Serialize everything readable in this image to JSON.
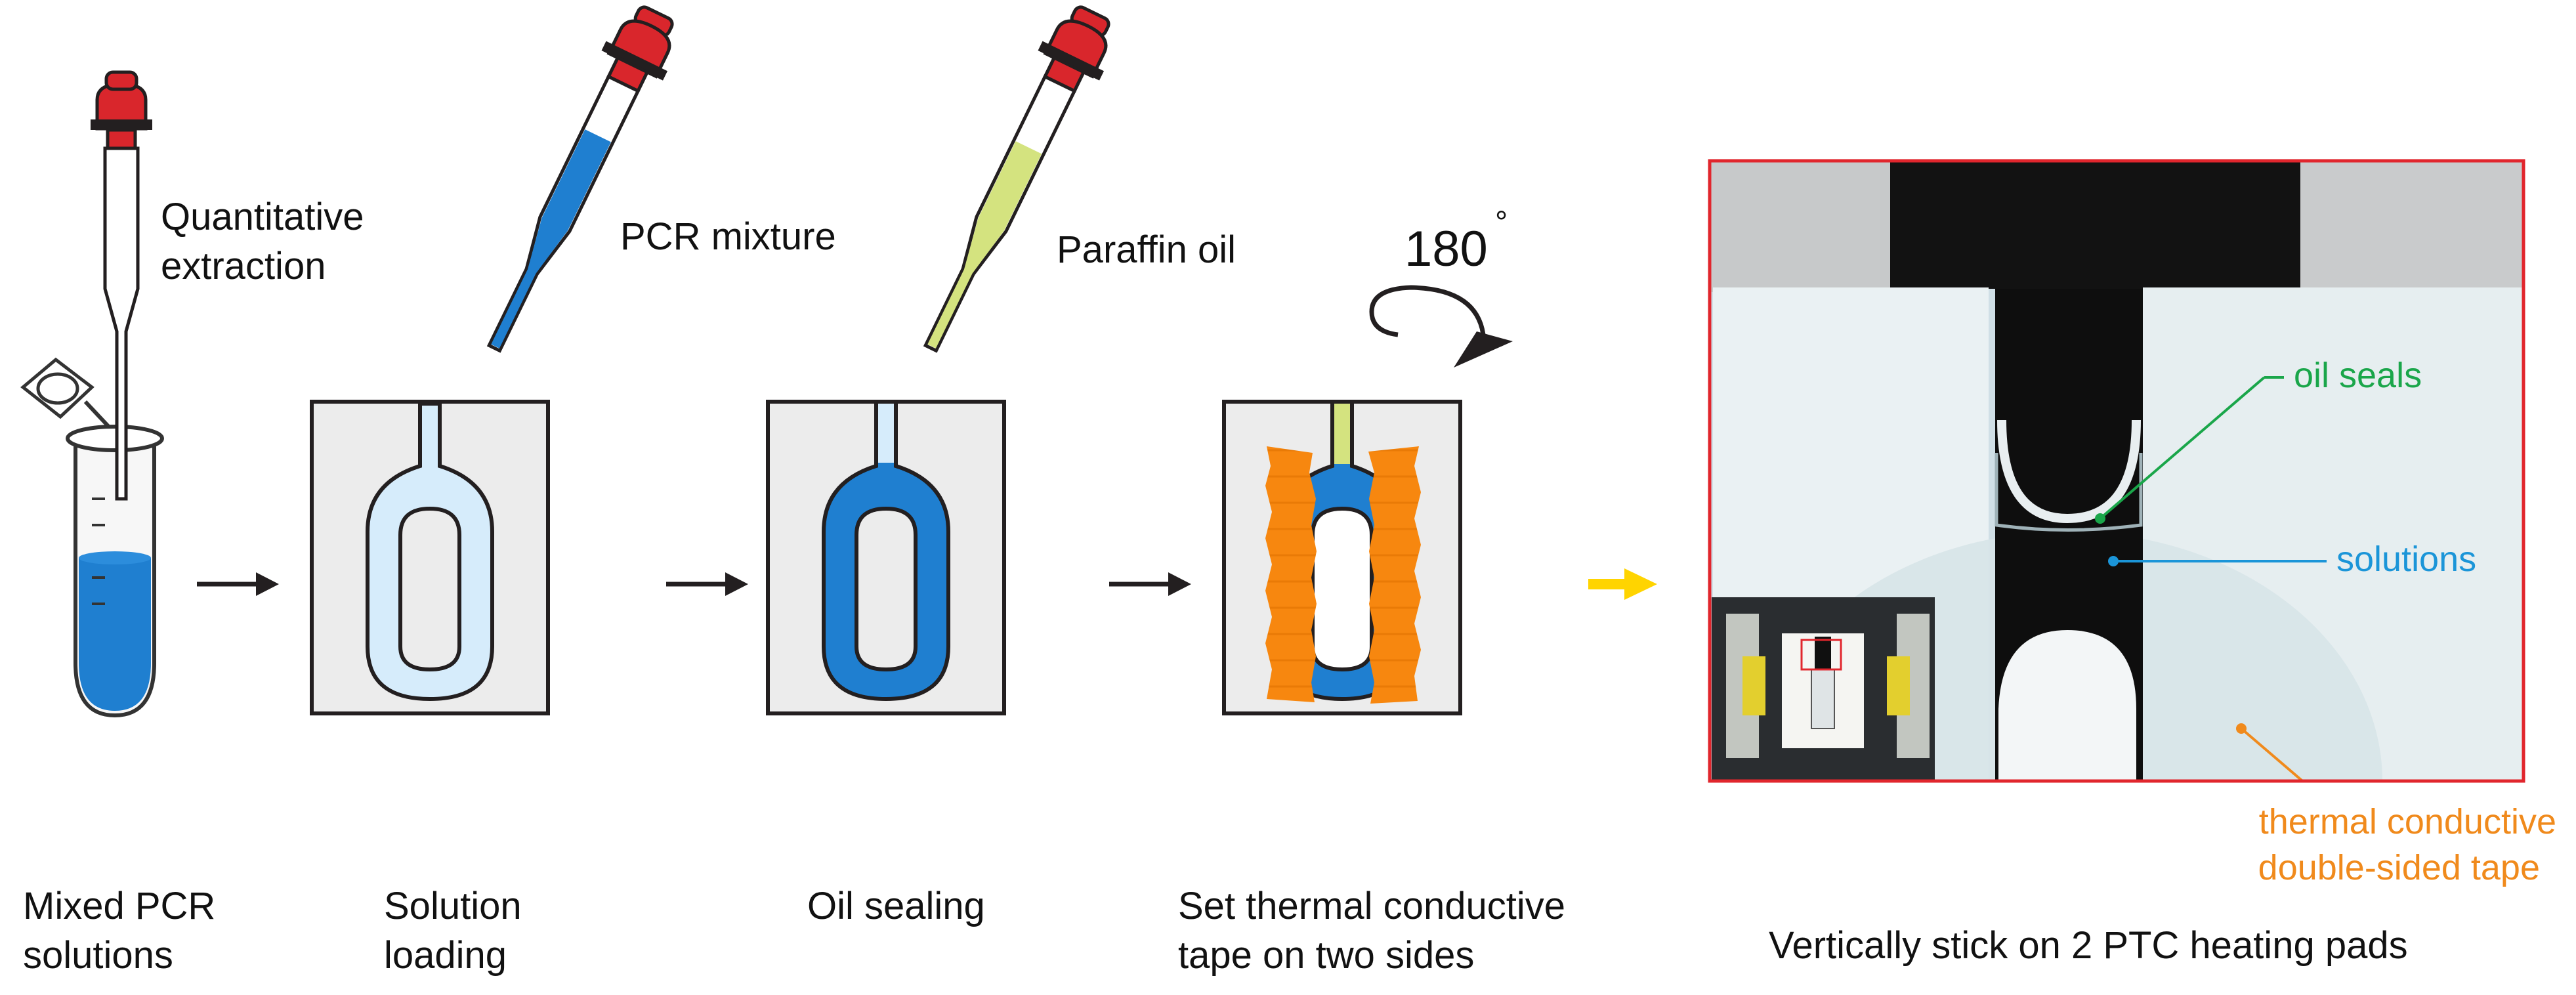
{
  "top_labels": {
    "quantitative_line1": "Quantitative",
    "quantitative_line2": "extraction",
    "pcr_mixture": "PCR mixture",
    "paraffin_oil": "Paraffin oil",
    "rotation_value": "180",
    "rotation_unit": "°"
  },
  "bottom_labels": {
    "step1_line1": "Mixed PCR",
    "step1_line2": "solutions",
    "step2_line1": "Solution",
    "step2_line2": "loading",
    "step3": "Oil sealing",
    "step4_line1": "Set thermal conductive",
    "step4_line2": "tape on two sides",
    "step5": "Vertically stick on 2 PTC heating pads"
  },
  "photo_labels": {
    "oil_seals": "oil seals",
    "solutions": "solutions",
    "tape_line1": "thermal conductive",
    "tape_line2": "double-sided tape"
  },
  "colors": {
    "dropper_bulb": "#d9262c",
    "pcr_blue": "#1f7fd0",
    "light_blue": "#d6ecfb",
    "oil_green": "#d4e37f",
    "tape_orange": "#f7870f",
    "chip_gray": "#ececec",
    "arrow_yellow": "#ffd400",
    "label_green": "#1aa64a",
    "label_blue": "#1b95d8",
    "label_orange": "#f08a1c",
    "frame_red": "#e1262d"
  }
}
